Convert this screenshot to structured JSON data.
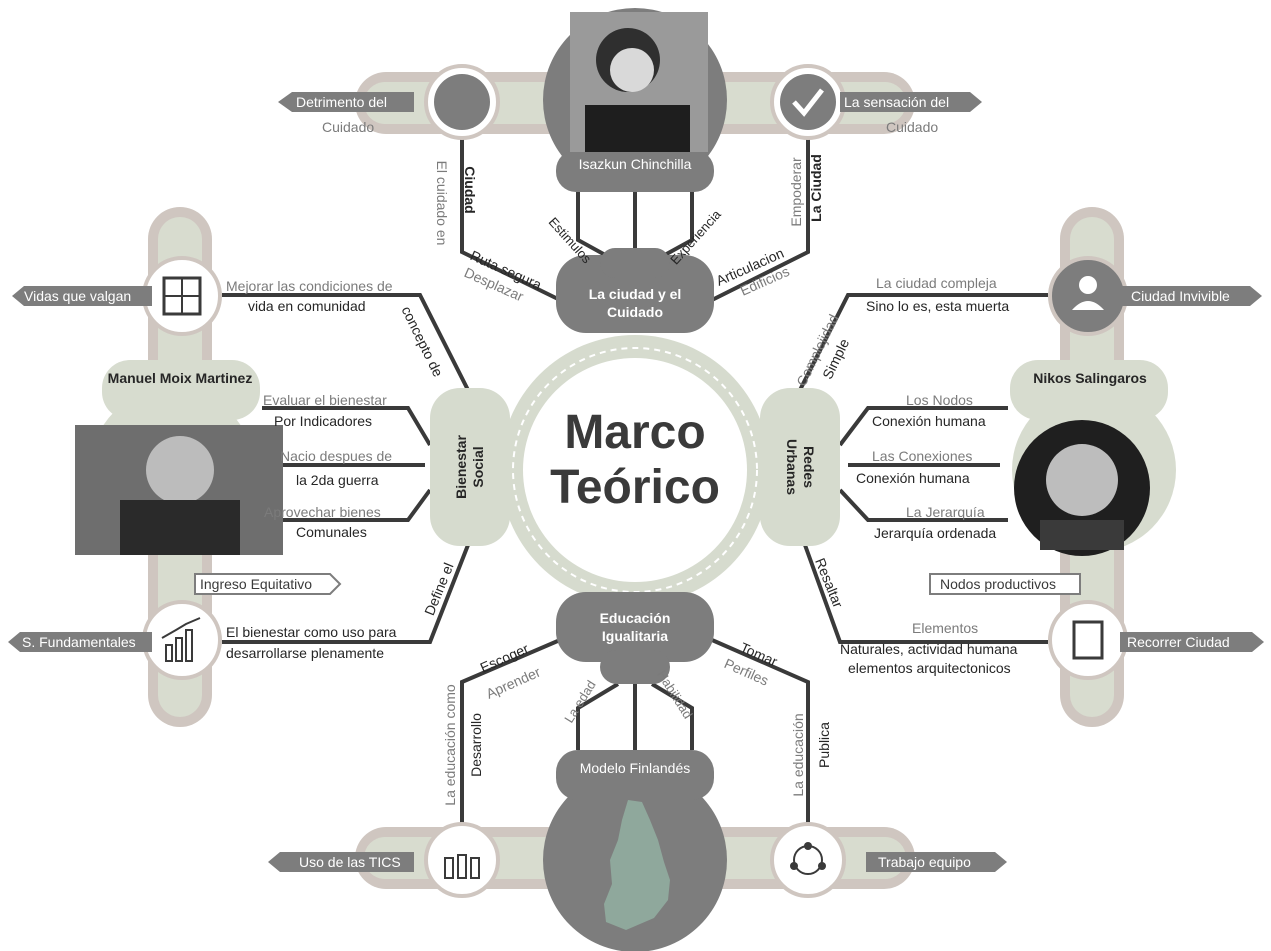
{
  "center": {
    "line1": "Marco",
    "line2": "Teórico"
  },
  "branches": {
    "top": "La ciudad y el Cuidado",
    "left": "Bienestar Social",
    "right": "Redes Urbanas",
    "bottom": "Educación Igualitaria"
  },
  "people": {
    "top": "Isazkun Chinchilla",
    "left": "Manuel Moix Martinez",
    "right": "Nikos Salingaros",
    "bottom": "Modelo Finlandés"
  },
  "top_links": {
    "left_dark": "Ciudad",
    "left_grey": "El cuidado en",
    "right_dark": "La Ciudad",
    "right_grey": "Empoderar",
    "ruta": "Ruta segura",
    "desplazar": "Desplazar",
    "estimulos": "Estimulos",
    "experiencia": "Experiencia",
    "articulacion": "Articulacion",
    "edificios": "Edificios"
  },
  "tags": {
    "detrimento": "Detrimento del",
    "detrimento_sub": "Cuidado",
    "sensacion": "La sensación del",
    "sensacion_sub": "Cuidado",
    "vidas": "Vidas que valgan",
    "ciudad_invivible": "Ciudad Invivible",
    "ingreso": "Ingreso Equitativo",
    "s_fundamentales": "S. Fundamentales",
    "nodos_productivos": "Nodos productivos",
    "recorrer": "Recorrer Ciudad",
    "uso_tics": "Uso de las TICS",
    "trabajo": "Trabajo equipo"
  },
  "left_links": {
    "mejorar_grey": "Mejorar las condiciones de",
    "mejorar_dark": "vida en comunidad",
    "concepto": "concepto de",
    "evaluar_grey": "Evaluar el bienestar",
    "evaluar_dark": "Por Indicadores",
    "nacio_grey": "Nacio despues de",
    "nacio_dark": "la 2da guerra",
    "aprovechar_grey": "Aprovechar  bienes",
    "aprovechar_dark": "Comunales",
    "define": "Define el",
    "bienestar_dark": "El bienestar como uso para",
    "bienestar_dark2": "desarrollarse plenamente"
  },
  "right_links": {
    "compleja_grey": "La ciudad compleja",
    "compleja_dark": "Sino lo es, esta muerta",
    "complejidad": "Complejidad",
    "simple": "Simple",
    "nodos_grey": "Los Nodos",
    "nodos_dark": "Conexión humana",
    "conexiones_grey": "Las Conexiones",
    "conexiones_dark": "Conexión humana",
    "jerarquia_grey": "La Jerarquía",
    "jerarquia_dark": "Jerarquía ordenada",
    "resaltar": "Resaltar",
    "elementos_grey": "Elementos",
    "elementos_dark": "Naturales, actividad humana",
    "elementos_dark2": "elementos arquitectonicos"
  },
  "bottom_links": {
    "escoger": "Escoger",
    "aprender": "Aprender",
    "tomar": "Tomar",
    "perfiles": "Perfiles",
    "edad": "La edad",
    "habilidad": "Habilidad",
    "edu_como": "La educación como",
    "desarrollo": "Desarrollo",
    "edu_grey": "La educación",
    "publica": "Publica"
  },
  "icons": {
    "top_left": "hands-teamwork-icon",
    "top_right": "checkmark-icon",
    "left_top": "puzzle-icon",
    "left_bottom": "growth-chart-icon",
    "right_top": "user-icon",
    "right_bottom": "notebook-icon",
    "bottom_left": "raised-hands-icon",
    "bottom_right": "team-network-icon"
  },
  "colors": {
    "band": "#d6dbce",
    "band_dark": "#c9bcb4",
    "node": "#7d7d7d",
    "line": "#3a3a3a"
  }
}
